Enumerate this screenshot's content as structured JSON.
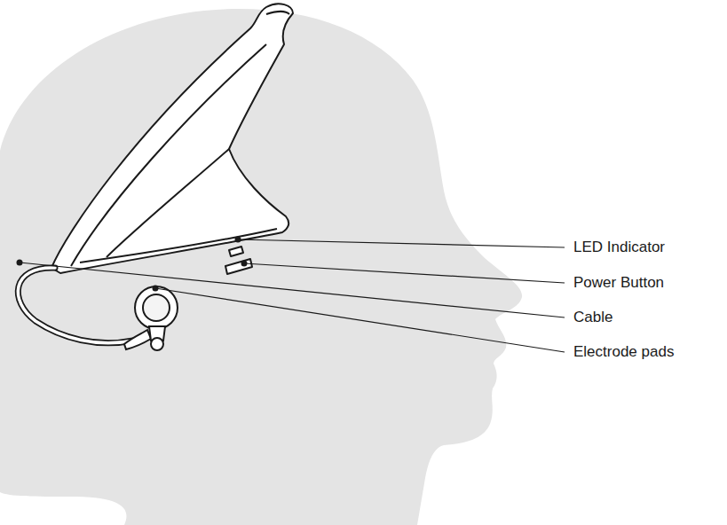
{
  "diagram": {
    "labels": [
      "LED Indicator",
      "Power Button",
      "Cable",
      "Electrode pads"
    ]
  }
}
